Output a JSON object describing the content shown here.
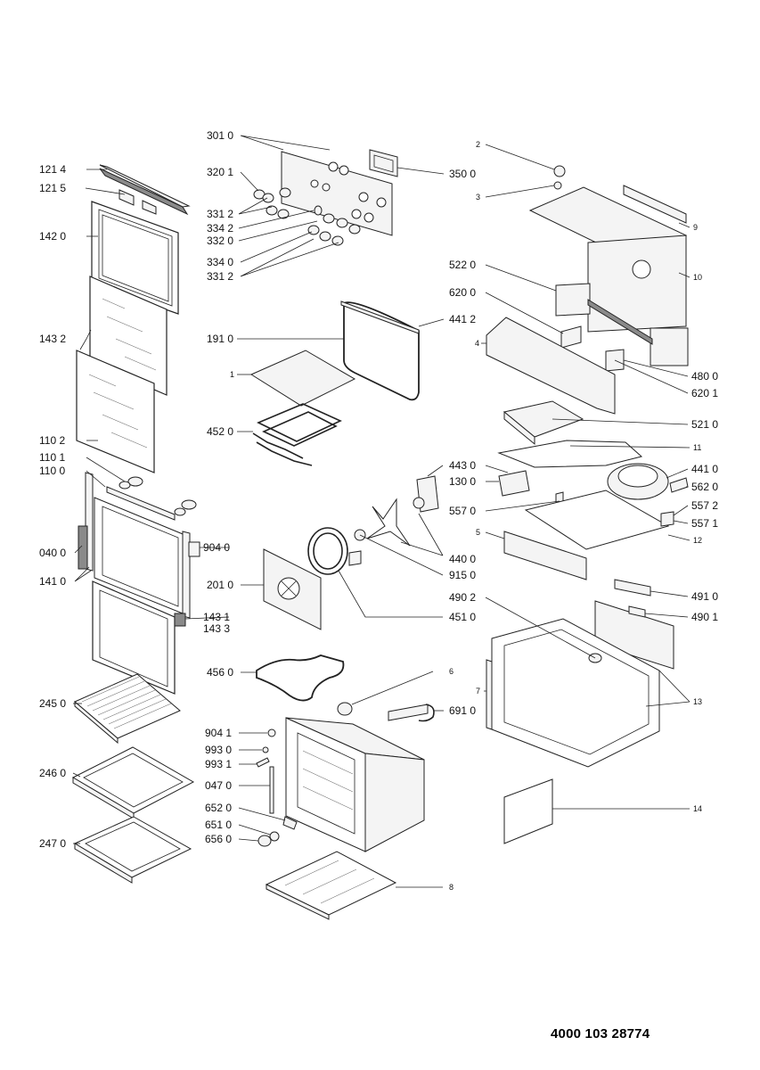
{
  "document_number": "4000 103 28774",
  "labels": {
    "l3010": "301 0",
    "l3201": "320 1",
    "l3500": "350 0",
    "l3312a": "331 2",
    "l3342": "334 2",
    "l3320": "332 0",
    "l3340": "334 0",
    "l3312b": "331 2",
    "l1910": "191 0",
    "l4412": "441 2",
    "l1": "1",
    "l4520": "452 0",
    "l1214": "121 4",
    "l1215": "121 5",
    "l1420": "142 0",
    "l1432": "143 2",
    "l1102": "110 2",
    "l1101": "110 1",
    "l1100": "110 0",
    "l0400": "040 0",
    "l1410": "141 0",
    "l9040": "904 0",
    "l1431": "143 1",
    "l1433": "143 3",
    "l2450": "245 0",
    "l2460": "246 0",
    "l2470": "247 0",
    "l2": "2",
    "l3": "3",
    "l9": "9",
    "l10": "10",
    "l5220": "522 0",
    "l6200": "620 0",
    "l4": "4",
    "l4800": "480 0",
    "l6201": "620 1",
    "l5210": "521 0",
    "l11": "11",
    "l4430": "443 0",
    "l4410": "441 0",
    "l1300": "130 0",
    "l5620": "562 0",
    "l5570": "557 0",
    "l5572": "557 2",
    "l5571": "557 1",
    "l5": "5",
    "l12": "12",
    "l4400": "440 0",
    "l9150": "915 0",
    "l2010": "201 0",
    "l4510": "451 0",
    "l4902": "490 2",
    "l4910": "491 0",
    "l4901": "490 1",
    "l7": "7",
    "l13": "13",
    "l4560": "456 0",
    "l6": "6",
    "l6910": "691 0",
    "l9041": "904 1",
    "l9930": "993 0",
    "l9931": "993 1",
    "l0470": "047 0",
    "l6520": "652 0",
    "l6510": "651 0",
    "l6560": "656 0",
    "l14": "14",
    "l8": "8"
  }
}
